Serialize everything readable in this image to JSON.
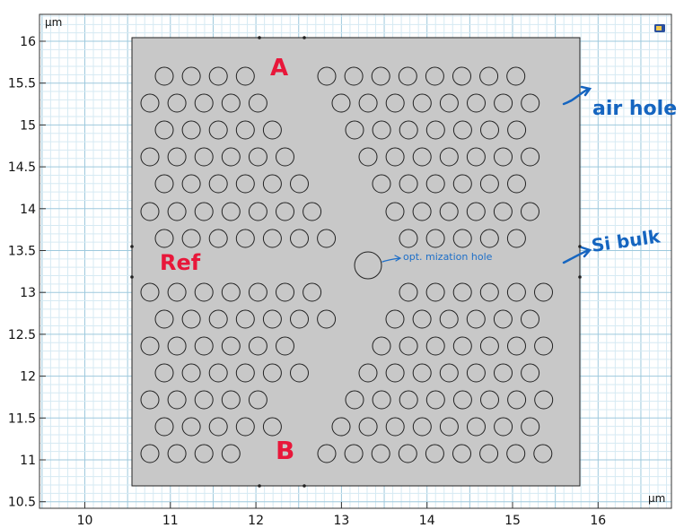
{
  "axes": {
    "x_unit": "µm",
    "y_unit": "µm",
    "x_ticks": [
      "10",
      "11",
      "12",
      "13",
      "14",
      "15",
      "16"
    ],
    "y_ticks": [
      "16",
      "15.5",
      "15",
      "14.5",
      "14",
      "13.5",
      "13",
      "12.5",
      "12",
      "11.5",
      "11",
      "10.5"
    ]
  },
  "annotations": {
    "label_a": "A",
    "label_b": "B",
    "label_ref": "Ref",
    "label_air_hole": "air hole",
    "label_si_bulk": "Si bulk",
    "label_opt_hole": "opt. mization hole"
  },
  "colors": {
    "substrate": "#c8c8c8",
    "hole_stroke": "#222222",
    "grid_major": "#9ec9dd",
    "grid_minor": "#d6eaf3",
    "annotation_red": "#e8173a",
    "annotation_blue": "#1565c0"
  },
  "icons": {
    "corner": "view-toggle-icon"
  }
}
